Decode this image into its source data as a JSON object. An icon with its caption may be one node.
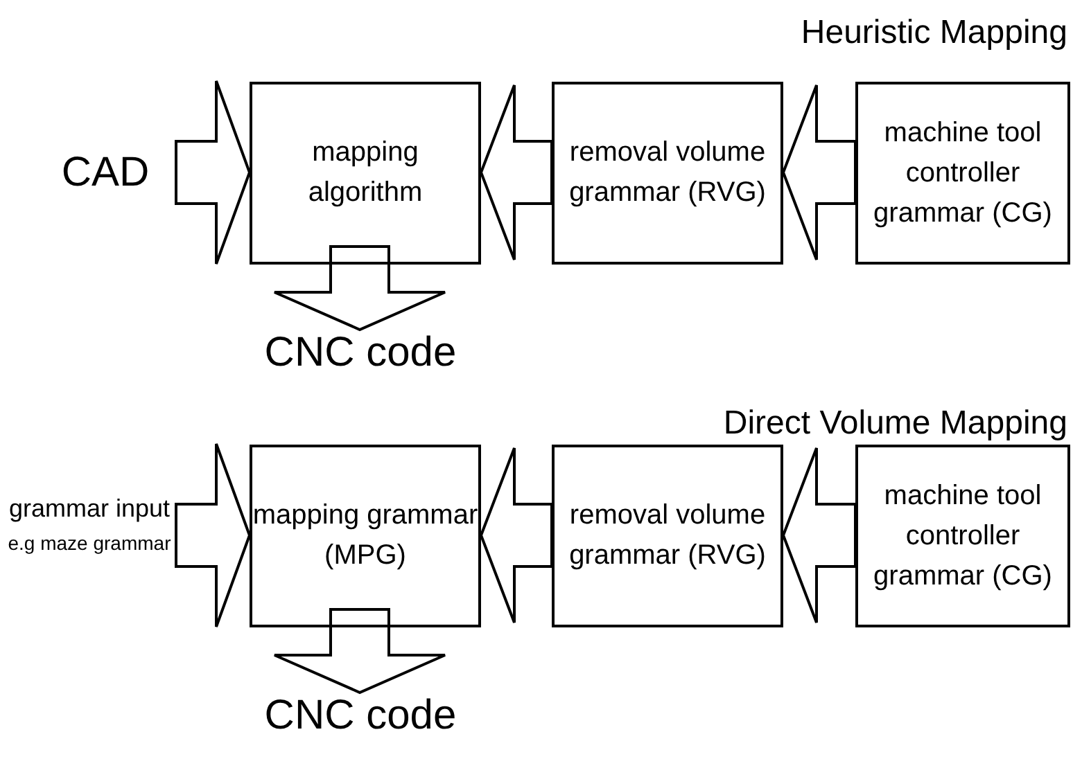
{
  "diagram": {
    "nodes": [
      {
        "text": [
          "CAD"
        ]
      },
      {
        "text": [
          "mapping algorithm"
        ]
      },
      {
        "text": [
          "removal volume grammar (RVG)"
        ]
      },
      {
        "text": [
          "machine tool controller grammar (CG)"
        ]
      },
      {
        "text": [
          "CNC code"
        ]
      },
      {
        "text": [
          "grammar input",
          "e.g maze grammar"
        ]
      },
      {
        "text": [
          "mapping grammar (MPG)"
        ]
      },
      {
        "text": [
          "removal volume grammar (RVG)"
        ]
      },
      {
        "text": [
          "machine tool controller grammar (CG)"
        ]
      },
      {
        "text": [
          "CNC code"
        ]
      }
    ],
    "edges": [
      {
        "from": 0,
        "to": 1,
        "arrow": "to"
      },
      {
        "from": 2,
        "to": 1,
        "arrow": "to"
      },
      {
        "from": 3,
        "to": 2,
        "arrow": "to"
      },
      {
        "from": 1,
        "to": 4,
        "arrow": "to"
      },
      {
        "from": 5,
        "to": 6,
        "arrow": "to"
      },
      {
        "from": 7,
        "to": 6,
        "arrow": "to"
      },
      {
        "from": 8,
        "to": 7,
        "arrow": "to"
      },
      {
        "from": 6,
        "to": 9,
        "arrow": "to"
      }
    ],
    "labels": [
      "Heuristic Mapping",
      "Direct Volume Mapping"
    ]
  }
}
